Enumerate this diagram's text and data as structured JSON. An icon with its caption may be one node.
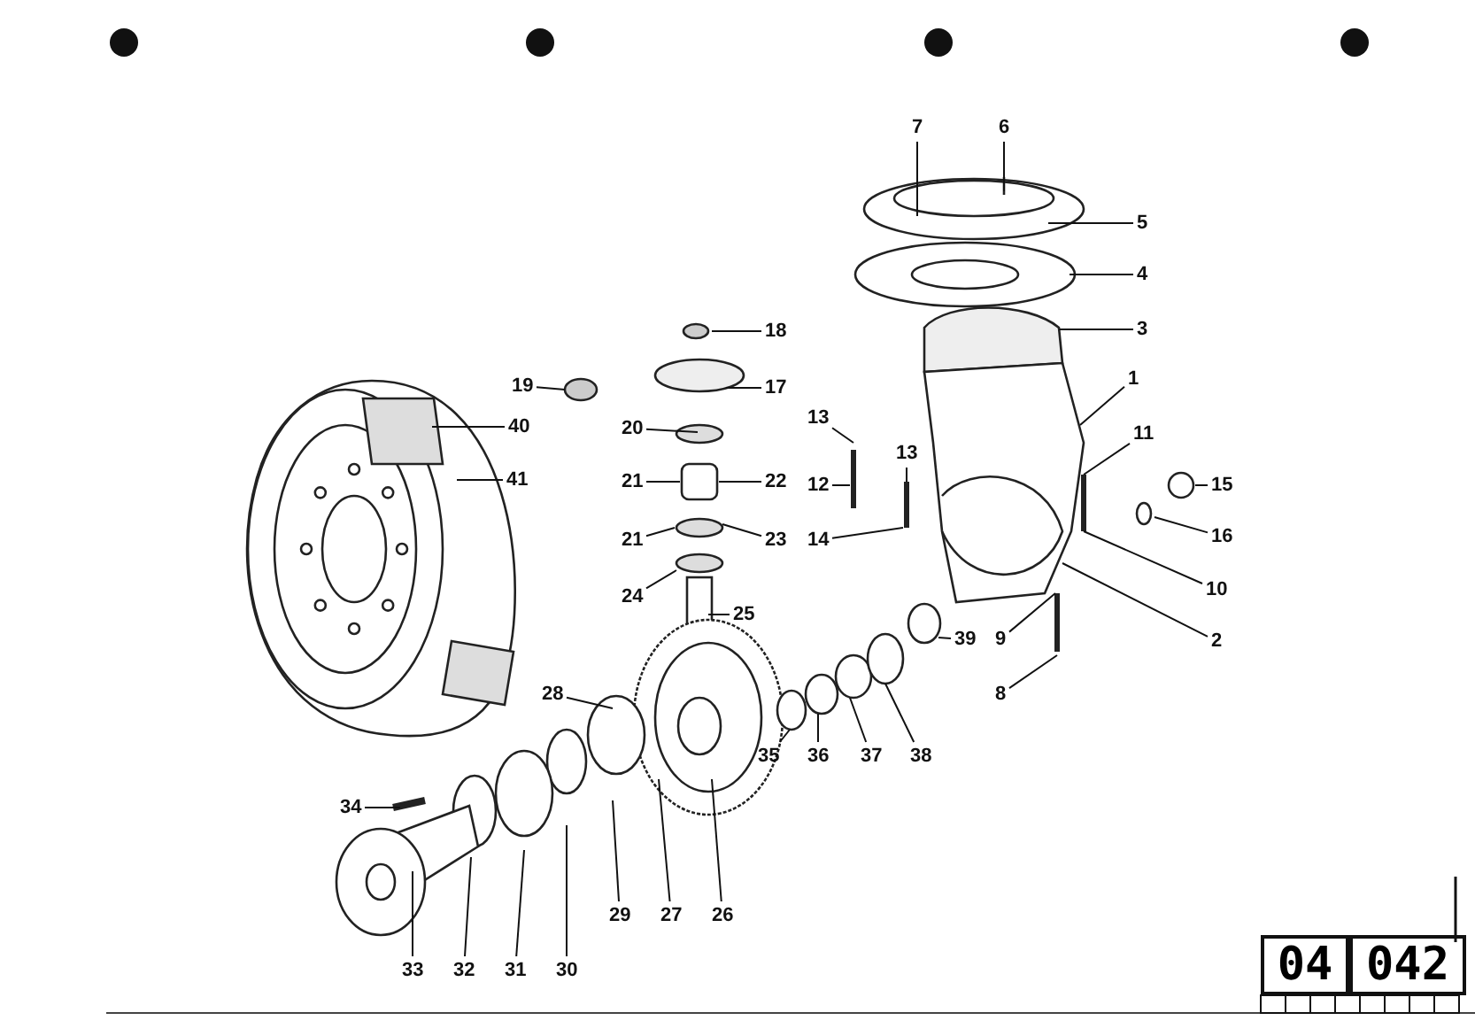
{
  "diagram": {
    "nodes": [
      {
        "text": [
          "7"
        ]
      },
      {
        "text": [
          "6"
        ]
      },
      {
        "text": [
          "5"
        ]
      },
      {
        "text": [
          "18"
        ]
      },
      {
        "text": [
          "4"
        ]
      },
      {
        "text": [
          "3"
        ]
      },
      {
        "text": [
          "19"
        ]
      },
      {
        "text": [
          "17"
        ]
      },
      {
        "text": [
          "1"
        ]
      },
      {
        "text": [
          "40"
        ]
      },
      {
        "text": [
          "20"
        ]
      },
      {
        "text": [
          "13"
        ]
      },
      {
        "text": [
          "11"
        ]
      },
      {
        "text": [
          "41"
        ]
      },
      {
        "text": [
          "21"
        ]
      },
      {
        "text": [
          "22"
        ]
      },
      {
        "text": [
          "12"
        ]
      },
      {
        "text": [
          "15"
        ]
      },
      {
        "text": [
          "13"
        ]
      },
      {
        "text": [
          "21"
        ]
      },
      {
        "text": [
          "23"
        ]
      },
      {
        "text": [
          "14"
        ]
      },
      {
        "text": [
          "16"
        ]
      },
      {
        "text": [
          "24"
        ]
      },
      {
        "text": [
          "10"
        ]
      },
      {
        "text": [
          "25"
        ]
      },
      {
        "text": [
          "39"
        ]
      },
      {
        "text": [
          "9"
        ]
      },
      {
        "text": [
          "2"
        ]
      },
      {
        "text": [
          "28"
        ]
      },
      {
        "text": [
          "8"
        ]
      },
      {
        "text": [
          "35"
        ]
      },
      {
        "text": [
          "36"
        ]
      },
      {
        "text": [
          "37"
        ]
      },
      {
        "text": [
          "38"
        ]
      },
      {
        "text": [
          "34"
        ]
      },
      {
        "text": [
          "29"
        ]
      },
      {
        "text": [
          "27"
        ]
      },
      {
        "text": [
          "26"
        ]
      },
      {
        "text": [
          "33"
        ]
      },
      {
        "text": [
          "32"
        ]
      },
      {
        "text": [
          "31"
        ]
      },
      {
        "text": [
          "30"
        ]
      }
    ],
    "edges": [
      {
        "from": 0,
        "to": null,
        "arrow": "none"
      },
      {
        "from": 1,
        "to": null,
        "arrow": "none"
      },
      {
        "from": 2,
        "to": null,
        "arrow": "none"
      },
      {
        "from": 3,
        "to": null,
        "arrow": "none"
      },
      {
        "from": 4,
        "to": null,
        "arrow": "none"
      },
      {
        "from": 5,
        "to": null,
        "arrow": "none"
      },
      {
        "from": 6,
        "to": null,
        "arrow": "none"
      },
      {
        "from": 7,
        "to": null,
        "arrow": "none"
      },
      {
        "from": 8,
        "to": null,
        "arrow": "none"
      },
      {
        "from": 9,
        "to": null,
        "arrow": "none"
      },
      {
        "from": 10,
        "to": null,
        "arrow": "none"
      },
      {
        "from": 11,
        "to": null,
        "arrow": "none"
      },
      {
        "from": 12,
        "to": null,
        "arrow": "none"
      },
      {
        "from": 13,
        "to": null,
        "arrow": "none"
      },
      {
        "from": 14,
        "to": null,
        "arrow": "none"
      },
      {
        "from": 15,
        "to": null,
        "arrow": "none"
      },
      {
        "from": 16,
        "to": null,
        "arrow": "none"
      },
      {
        "from": 17,
        "to": null,
        "arrow": "none"
      },
      {
        "from": 18,
        "to": null,
        "arrow": "none"
      },
      {
        "from": 19,
        "to": null,
        "arrow": "none"
      },
      {
        "from": 20,
        "to": null,
        "arrow": "none"
      },
      {
        "from": 21,
        "to": null,
        "arrow": "none"
      },
      {
        "from": 22,
        "to": null,
        "arrow": "none"
      },
      {
        "from": 23,
        "to": null,
        "arrow": "none"
      },
      {
        "from": 24,
        "to": null,
        "arrow": "none"
      },
      {
        "from": 25,
        "to": null,
        "arrow": "none"
      },
      {
        "from": 26,
        "to": null,
        "arrow": "none"
      },
      {
        "from": 27,
        "to": null,
        "arrow": "none"
      },
      {
        "from": 28,
        "to": null,
        "arrow": "none"
      },
      {
        "from": 29,
        "to": null,
        "arrow": "none"
      },
      {
        "from": 30,
        "to": null,
        "arrow": "none"
      },
      {
        "from": 31,
        "to": null,
        "arrow": "none"
      },
      {
        "from": 32,
        "to": null,
        "arrow": "none"
      },
      {
        "from": 33,
        "to": null,
        "arrow": "none"
      },
      {
        "from": 34,
        "to": null,
        "arrow": "none"
      },
      {
        "from": 35,
        "to": null,
        "arrow": "none"
      },
      {
        "from": 36,
        "to": null,
        "arrow": "none"
      },
      {
        "from": 37,
        "to": null,
        "arrow": "none"
      },
      {
        "from": 38,
        "to": null,
        "arrow": "none"
      },
      {
        "from": 39,
        "to": null,
        "arrow": "none"
      },
      {
        "from": 40,
        "to": null,
        "arrow": "none"
      },
      {
        "from": 41,
        "to": null,
        "arrow": "none"
      },
      {
        "from": 42,
        "to": null,
        "arrow": "none"
      }
    ],
    "labels": [
      "04",
      "042"
    ]
  }
}
